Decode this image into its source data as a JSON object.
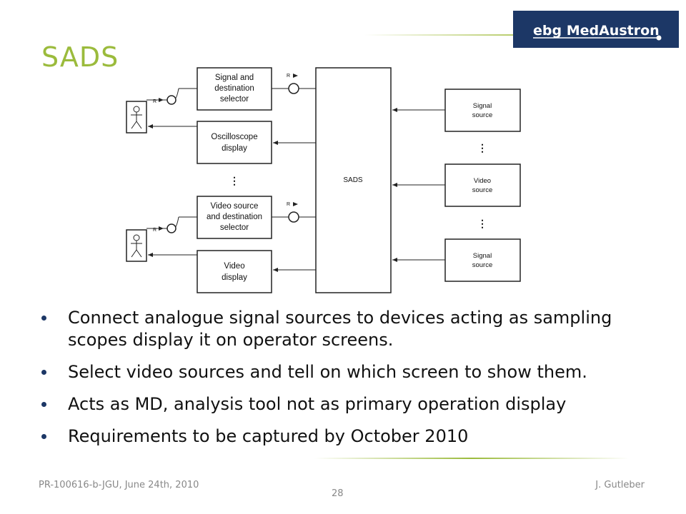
{
  "slide": {
    "title": "SADS",
    "logo": "ebg MedAustron"
  },
  "diagram": {
    "left_boxes": [
      {
        "lines": [
          "Signal and",
          "destination",
          "selector"
        ]
      },
      {
        "lines": [
          "Oscilloscope",
          "display"
        ]
      },
      {
        "lines": [
          "Video source",
          "and destination",
          "selector"
        ]
      },
      {
        "lines": [
          "Video",
          "display"
        ]
      }
    ],
    "center_box": "SADS",
    "right_boxes": [
      {
        "lines": [
          "Signal",
          "source"
        ]
      },
      {
        "lines": [
          "Video",
          "source"
        ]
      },
      {
        "lines": [
          "Signal",
          "source"
        ]
      }
    ],
    "r_label": "R",
    "ellipsis": "⋮"
  },
  "bullets": [
    "Connect analogue signal sources to devices acting as sampling scopes display it on operator screens.",
    "Select video sources and tell on which screen to show them.",
    "Acts as MD, analysis tool not as primary operation display",
    "Requirements to be captured by October 2010"
  ],
  "footer": {
    "left": "PR-100616-b-JGU, June 24th, 2010",
    "right": "J. Gutleber",
    "page": "28"
  },
  "colors": {
    "accent_green": "#9bbb3c",
    "brand_navy": "#1c3766"
  }
}
